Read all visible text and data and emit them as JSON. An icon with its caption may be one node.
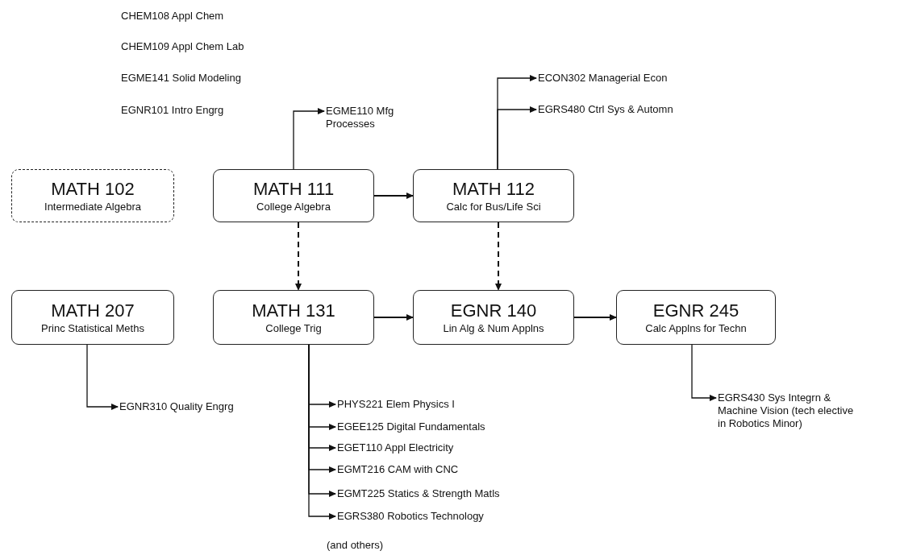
{
  "diagram": {
    "nodes": [
      {
        "text": [
          "MATH 102",
          "Intermediate Algebra"
        ]
      },
      {
        "text": [
          "MATH 111",
          "College Algebra"
        ]
      },
      {
        "text": [
          "MATH 112",
          "Calc for Bus/Life Sci"
        ]
      },
      {
        "text": [
          "MATH 207",
          "Princ Statistical Meths"
        ]
      },
      {
        "text": [
          "MATH 131",
          "College Trig"
        ]
      },
      {
        "text": [
          "EGNR 140",
          "Lin Alg & Num Applns"
        ]
      },
      {
        "text": [
          "EGNR 245",
          "Calc Applns for Techn"
        ]
      },
      {
        "text": [
          "EGME110 Mfg Processes"
        ]
      },
      {
        "text": [
          "ECON302 Managerial Econ"
        ]
      },
      {
        "text": [
          "EGRS480 Ctrl Sys & Automn"
        ]
      },
      {
        "text": [
          "EGNR310 Quality Engrg"
        ]
      },
      {
        "text": [
          "PHYS221 Elem Physics I"
        ]
      },
      {
        "text": [
          "EGEE125 Digital Fundamentals"
        ]
      },
      {
        "text": [
          "EGET110 Appl Electricity"
        ]
      },
      {
        "text": [
          "EGMT216 CAM with CNC"
        ]
      },
      {
        "text": [
          "EGMT225 Statics & Strength Matls"
        ]
      },
      {
        "text": [
          "EGRS380 Robotics Technology"
        ]
      },
      {
        "text": [
          "EGRS430 Sys Integrn & Machine Vision (tech elective in Robotics Minor)"
        ]
      }
    ],
    "edges": [
      {
        "from": 1,
        "to": 2,
        "arrow": "to"
      },
      {
        "from": 1,
        "to": 4,
        "arrow": "to",
        "style": "dashed"
      },
      {
        "from": 2,
        "to": 5,
        "arrow": "to",
        "style": "dashed"
      },
      {
        "from": 4,
        "to": 5,
        "arrow": "to"
      },
      {
        "from": 5,
        "to": 6,
        "arrow": "to"
      },
      {
        "from": 1,
        "to": 7,
        "arrow": "to"
      },
      {
        "from": 2,
        "to": 8,
        "arrow": "to"
      },
      {
        "from": 2,
        "to": 9,
        "arrow": "to"
      },
      {
        "from": 3,
        "to": 10,
        "arrow": "to"
      },
      {
        "from": 4,
        "to": 11,
        "arrow": "to"
      },
      {
        "from": 4,
        "to": 12,
        "arrow": "to"
      },
      {
        "from": 4,
        "to": 13,
        "arrow": "to"
      },
      {
        "from": 4,
        "to": 14,
        "arrow": "to"
      },
      {
        "from": 4,
        "to": 15,
        "arrow": "to"
      },
      {
        "from": 4,
        "to": 16,
        "arrow": "to"
      },
      {
        "from": 6,
        "to": 17,
        "arrow": "to"
      }
    ],
    "labels": [
      "CHEM108 Appl Chem",
      "CHEM109 Appl Chem Lab",
      "EGME141 Solid Modeling",
      "EGNR101 Intro Engrg",
      "(and others)"
    ]
  }
}
